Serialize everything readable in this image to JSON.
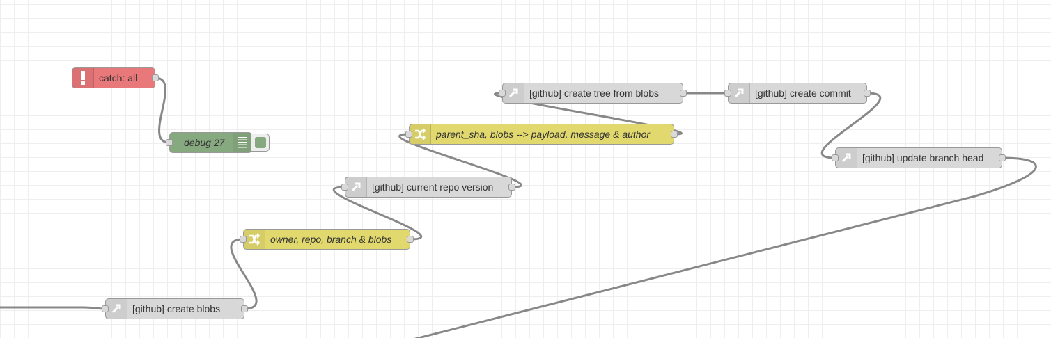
{
  "canvas": {
    "grid_color": "#eeeeee",
    "wire_color": "#888888"
  },
  "nodes": {
    "catch_all": {
      "label": "catch: all",
      "color": "#e8787a",
      "icon": "exclamation-icon"
    },
    "debug_27": {
      "label": "debug 27",
      "color": "#87a980",
      "icon": "list-icon",
      "output_enabled": true
    },
    "create_tree": {
      "label": "[github] create tree from blobs",
      "color": "#d8d8d8",
      "icon": "github-api-icon"
    },
    "create_commit": {
      "label": "[github] create commit",
      "color": "#d8d8d8",
      "icon": "github-api-icon"
    },
    "parent_sha": {
      "label": "parent_sha, blobs --> payload, message & author",
      "color": "#e2d96e",
      "icon": "shuffle-icon"
    },
    "update_branch_head": {
      "label": "[github] update branch head",
      "color": "#d8d8d8",
      "icon": "github-api-icon"
    },
    "current_repo_version": {
      "label": "[github] current repo version",
      "color": "#d8d8d8",
      "icon": "github-api-icon"
    },
    "owner_repo": {
      "label": "owner, repo, branch & blobs",
      "color": "#e2d96e",
      "icon": "shuffle-icon"
    },
    "create_blobs": {
      "label": "[github] create blobs",
      "color": "#d8d8d8",
      "icon": "github-api-icon"
    }
  }
}
